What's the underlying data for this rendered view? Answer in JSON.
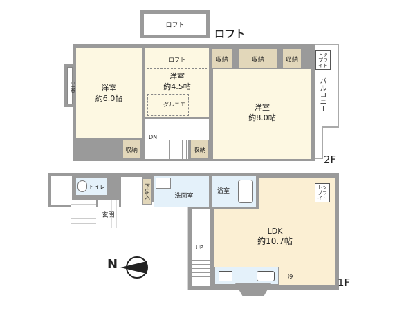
{
  "loft": {
    "box_label": "ロフト",
    "title": "ロフト"
  },
  "floor2": {
    "label": "2F",
    "rooms": [
      {
        "name": "洋室",
        "size": "約6.0帖"
      },
      {
        "name": "洋室",
        "size": "約4.5帖"
      },
      {
        "name": "洋室",
        "size": "約8.0帖"
      }
    ],
    "loft_label": "ロフト",
    "grenier": "グルニエ",
    "bay_window": "出窓",
    "storage": "収納",
    "stairs": "DN",
    "skylight": "トップライト",
    "balcony": "バルコニー"
  },
  "floor1": {
    "label": "1F",
    "toilet": "トイレ",
    "entrance": "玄関",
    "shoe_storage": "下足入",
    "washroom": "洗面室",
    "bathroom": "浴室",
    "ldk": {
      "name": "LDK",
      "size": "約10.7帖"
    },
    "fridge": "冷",
    "skylight": "トップライト",
    "stairs": "UP"
  },
  "compass": {
    "label": "N"
  },
  "colors": {
    "room": "#fdf8e2",
    "storage": "#e2d7ba",
    "wet": "#e4f1fa",
    "ldk": "#fbefd3",
    "wall": "#9a9a9a"
  }
}
